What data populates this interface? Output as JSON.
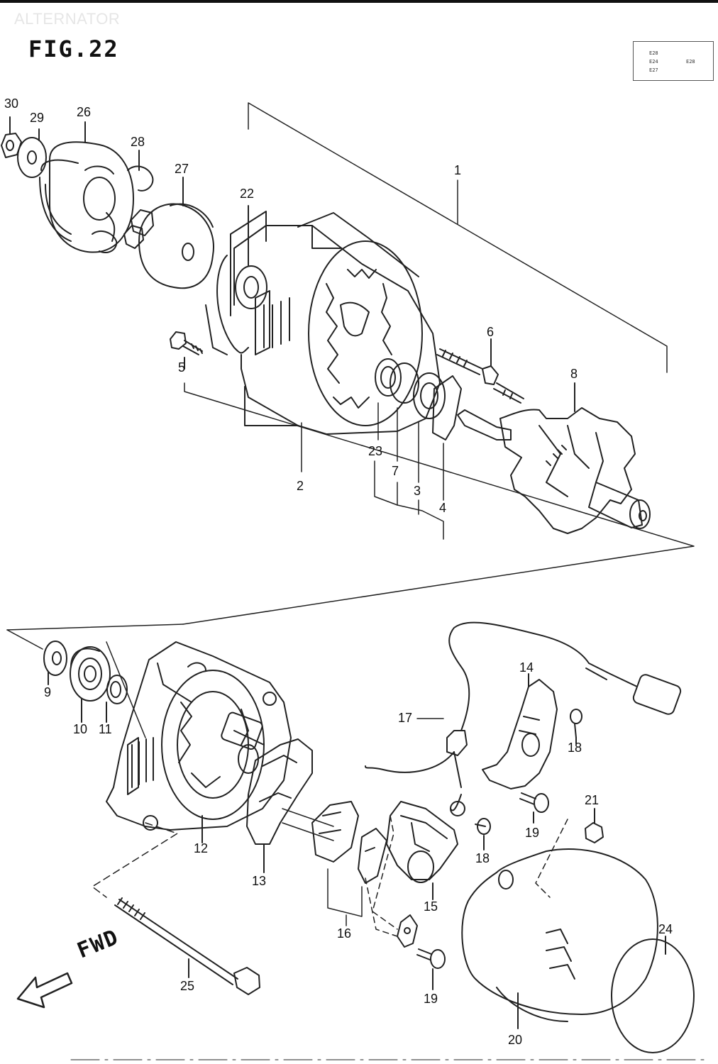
{
  "header": {
    "watermark": "ALTERNATOR",
    "figure_title": "FIG.22",
    "code_box": {
      "left_codes": [
        "E28",
        "E24",
        "E27"
      ],
      "right_code": "E28"
    }
  },
  "direction_label": "FWD",
  "callouts": [
    {
      "id": "c30",
      "text": "30"
    },
    {
      "id": "c29",
      "text": "29"
    },
    {
      "id": "c26",
      "text": "26"
    },
    {
      "id": "c28",
      "text": "28"
    },
    {
      "id": "c27",
      "text": "27"
    },
    {
      "id": "c22",
      "text": "22"
    },
    {
      "id": "c1",
      "text": "1"
    },
    {
      "id": "c6",
      "text": "6"
    },
    {
      "id": "c8",
      "text": "8"
    },
    {
      "id": "c5",
      "text": "5"
    },
    {
      "id": "c23",
      "text": "23"
    },
    {
      "id": "c7",
      "text": "7"
    },
    {
      "id": "c3",
      "text": "3"
    },
    {
      "id": "c2",
      "text": "2"
    },
    {
      "id": "c4",
      "text": "4"
    },
    {
      "id": "c14",
      "text": "14"
    },
    {
      "id": "c9",
      "text": "9"
    },
    {
      "id": "c10",
      "text": "10"
    },
    {
      "id": "c11",
      "text": "11"
    },
    {
      "id": "c17",
      "text": "17"
    },
    {
      "id": "c18a",
      "text": "18"
    },
    {
      "id": "c21",
      "text": "21"
    },
    {
      "id": "c19a",
      "text": "19"
    },
    {
      "id": "c12",
      "text": "12"
    },
    {
      "id": "c13",
      "text": "13"
    },
    {
      "id": "c18b",
      "text": "18"
    },
    {
      "id": "c15",
      "text": "15"
    },
    {
      "id": "c24",
      "text": "24"
    },
    {
      "id": "c16",
      "text": "16"
    },
    {
      "id": "c25",
      "text": "25"
    },
    {
      "id": "c19b",
      "text": "19"
    },
    {
      "id": "c20",
      "text": "20"
    }
  ]
}
